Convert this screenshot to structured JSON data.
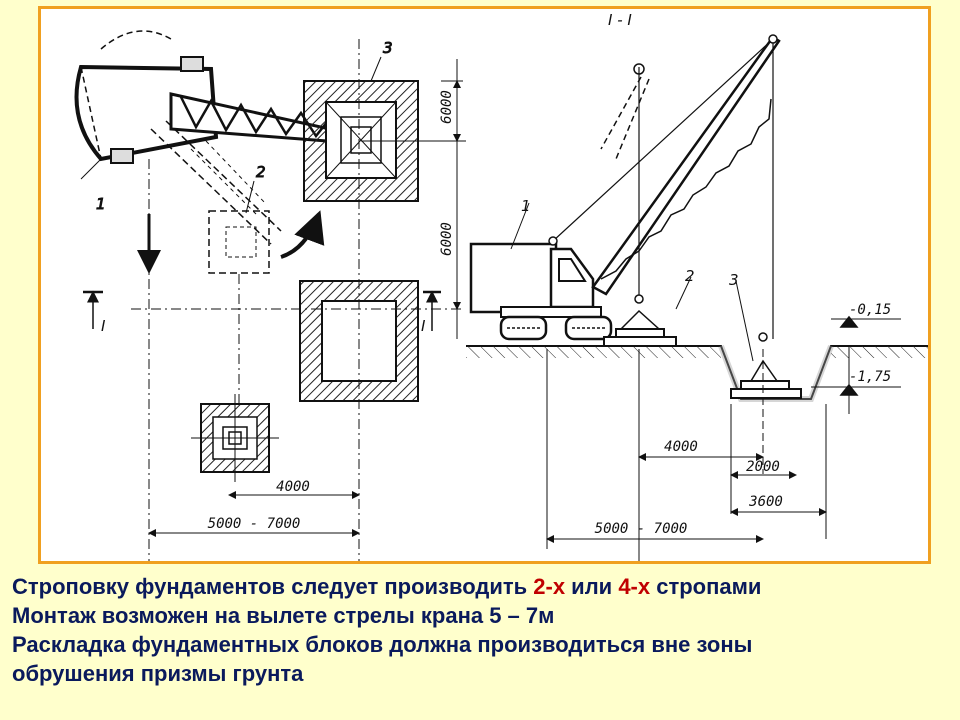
{
  "labels": {
    "section": "I - I",
    "crane_plan": "1",
    "block_plan": "2",
    "pit_plan": "3",
    "crane_section": "1",
    "block_section": "2",
    "pit_section": "3",
    "cut_left": "I",
    "cut_right": "I"
  },
  "dims": {
    "plan_top": "6000",
    "plan_mid": "6000",
    "plan_4000": "4000",
    "plan_range": "5000 - 7000",
    "elev_top": "-0,15",
    "elev_bottom": "-1,75",
    "sec_4000": "4000",
    "sec_2000": "2000",
    "sec_3600": "3600",
    "sec_range": "5000 - 7000"
  },
  "caption": {
    "line1_a": "Строповку фундаментов следует производить  ",
    "line1_b": "2-х",
    "line1_c": " или ",
    "line1_d": "4-х",
    "line1_e": " стропами",
    "line2": "Монтаж возможен на вылете стрелы крана 5 – 7м",
    "line3": "Раскладка фундаментных блоков должна производиться вне зоны",
    "line4": "обрушения призмы грунта"
  },
  "colors": {
    "background": "#ffffcc",
    "frame": "#f0a020",
    "caption": "#0a1a5c",
    "highlight": "#c00000"
  }
}
